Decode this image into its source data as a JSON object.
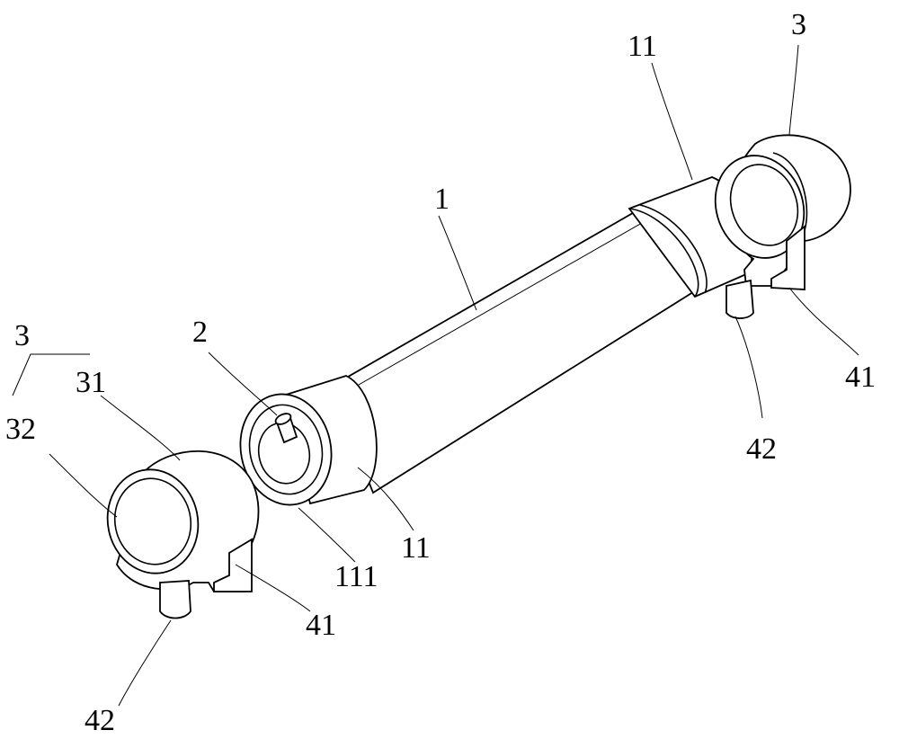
{
  "labels": {
    "tube_body": "1",
    "pin": "2",
    "end_cap_right": "3",
    "end_cap_left_group": "3",
    "cap_sleeve": "31",
    "cap_face": "32",
    "sleeve_right": "11",
    "sleeve_left": "11",
    "sleeve_opening": "111",
    "tab_right": "41",
    "tab_left": "41",
    "lug_right": "42",
    "lug_left": "42"
  },
  "colors": {
    "line": "#000000",
    "background": "#ffffff"
  }
}
